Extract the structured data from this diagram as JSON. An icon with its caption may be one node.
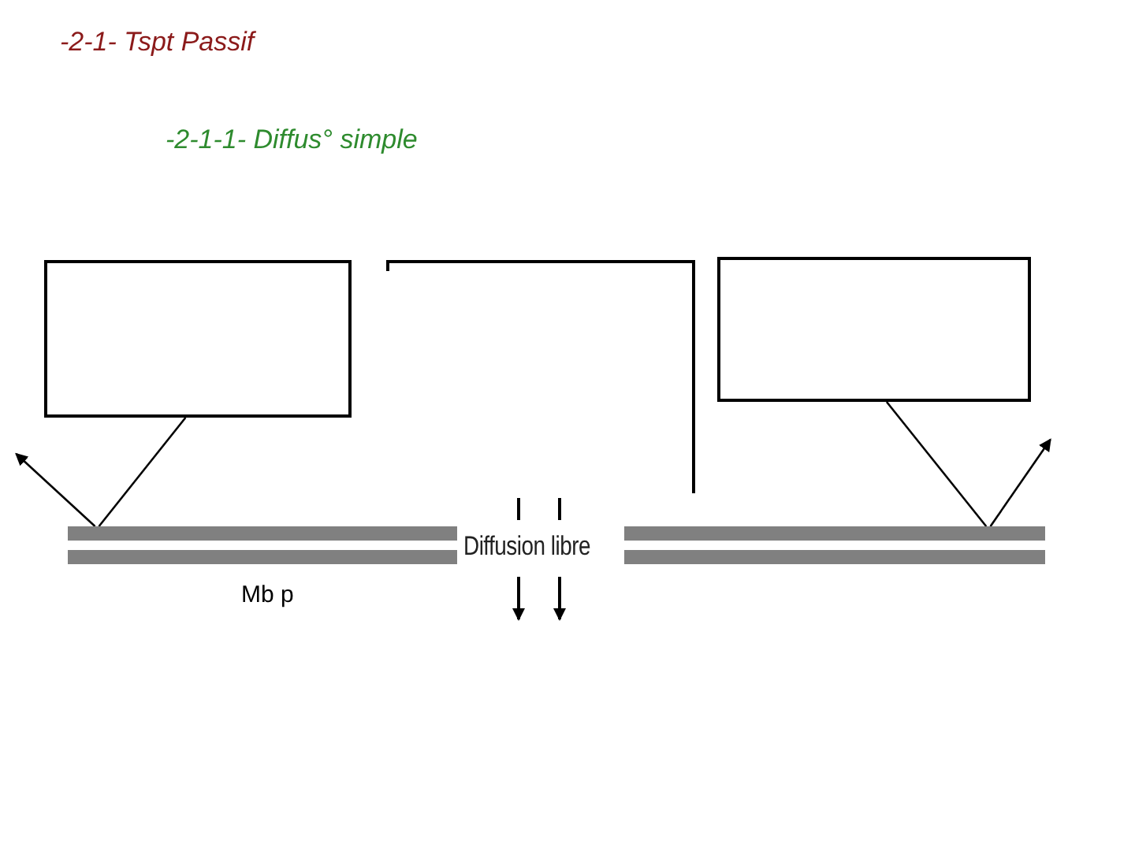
{
  "diagram": {
    "title": "-2-1- Tspt Passif",
    "nodes": [
      {
        "text": [],
        "shape": "box"
      },
      {
        "text": [],
        "shape": "box"
      },
      {
        "text": [],
        "shape": "bar",
        "beside": [
          "Mb p"
        ]
      },
      {
        "text": [],
        "shape": "bar"
      }
    ],
    "edges": [
      {
        "from": 0,
        "to": 2,
        "arrow": "none"
      },
      {
        "from": 2,
        "to": null,
        "arrow": "to"
      },
      {
        "from": 1,
        "to": 3,
        "arrow": "none"
      },
      {
        "from": 3,
        "to": null,
        "arrow": "to"
      }
    ],
    "labels": [
      "-2-1-1- Diffus° simple",
      "Diffusion libre"
    ]
  }
}
